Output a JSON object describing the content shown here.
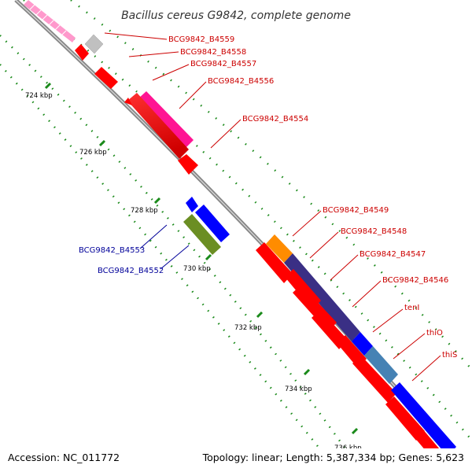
{
  "header": {
    "title": "Bacillus cereus G9842, complete genome"
  },
  "footer": {
    "accession": "Accession: NC_011772",
    "topology": "Topology: linear; Length: 5,387,334 bp; Genes: 5,623"
  },
  "scale_labels": [
    "724 kbp",
    "726 kbp",
    "728 kbp",
    "730 kbp",
    "732 kbp",
    "734 kbp",
    "736 kbp"
  ],
  "gene_labels": {
    "b4559": "BCG9842_B4559",
    "b4558": "BCG9842_B4558",
    "b4557": "BCG9842_B4557",
    "b4556": "BCG9842_B4556",
    "b4554": "BCG9842_B4554",
    "b4553": "BCG9842_B4553",
    "b4552": "BCG9842_B4552",
    "b4549": "BCG9842_B4549",
    "b4548": "BCG9842_B4548",
    "b4547": "BCG9842_B4547",
    "b4546": "BCG9842_B4546",
    "tenI": "tenI",
    "thiO": "thiO",
    "thiS": "thiS"
  },
  "colors": {
    "red": "#ff0000",
    "blue": "#0000ff",
    "olive": "#6b8e23",
    "magenta": "#ff1493",
    "orange": "#ff8c00",
    "navy": "#3a2f85",
    "steel": "#4682b4",
    "grey": "#c0c0c0",
    "pink": "#ff99cc",
    "green": "#008000",
    "label_red": "#cc0000",
    "label_blue": "#000099"
  }
}
